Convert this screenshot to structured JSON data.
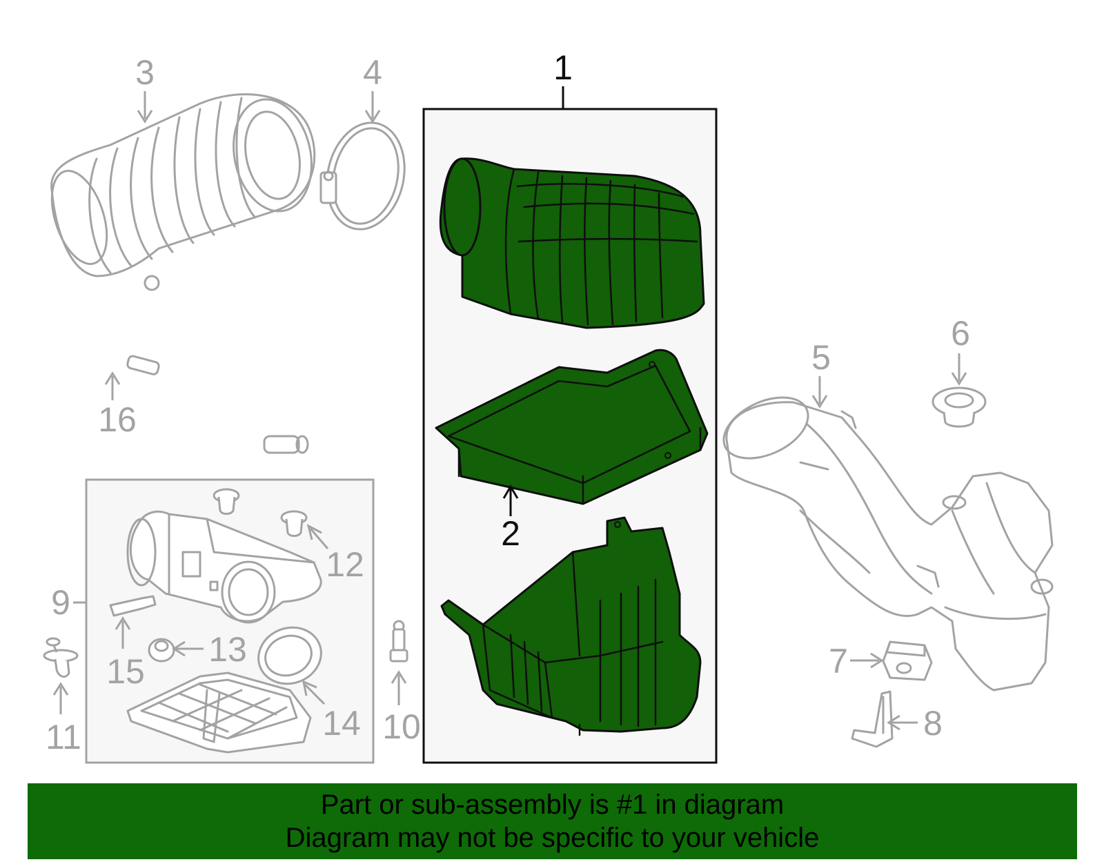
{
  "colors": {
    "highlight_green": "#126008",
    "banner_green": "#0e6b07",
    "muted_gray": "#a3a3a3",
    "outline_black": "#0e0e0e",
    "frame_fill": "#f7f7f7"
  },
  "callouts": {
    "c1": "1",
    "c2": "2",
    "c3": "3",
    "c4": "4",
    "c5": "5",
    "c6": "6",
    "c7": "7",
    "c8": "8",
    "c9": "9",
    "c10": "10",
    "c11": "11",
    "c12": "12",
    "c13": "13",
    "c14": "14",
    "c15": "15",
    "c16": "16"
  },
  "banner": {
    "line1": "Part or sub-assembly is #1 in diagram",
    "line2": "Diagram may not be specific to your vehicle"
  }
}
